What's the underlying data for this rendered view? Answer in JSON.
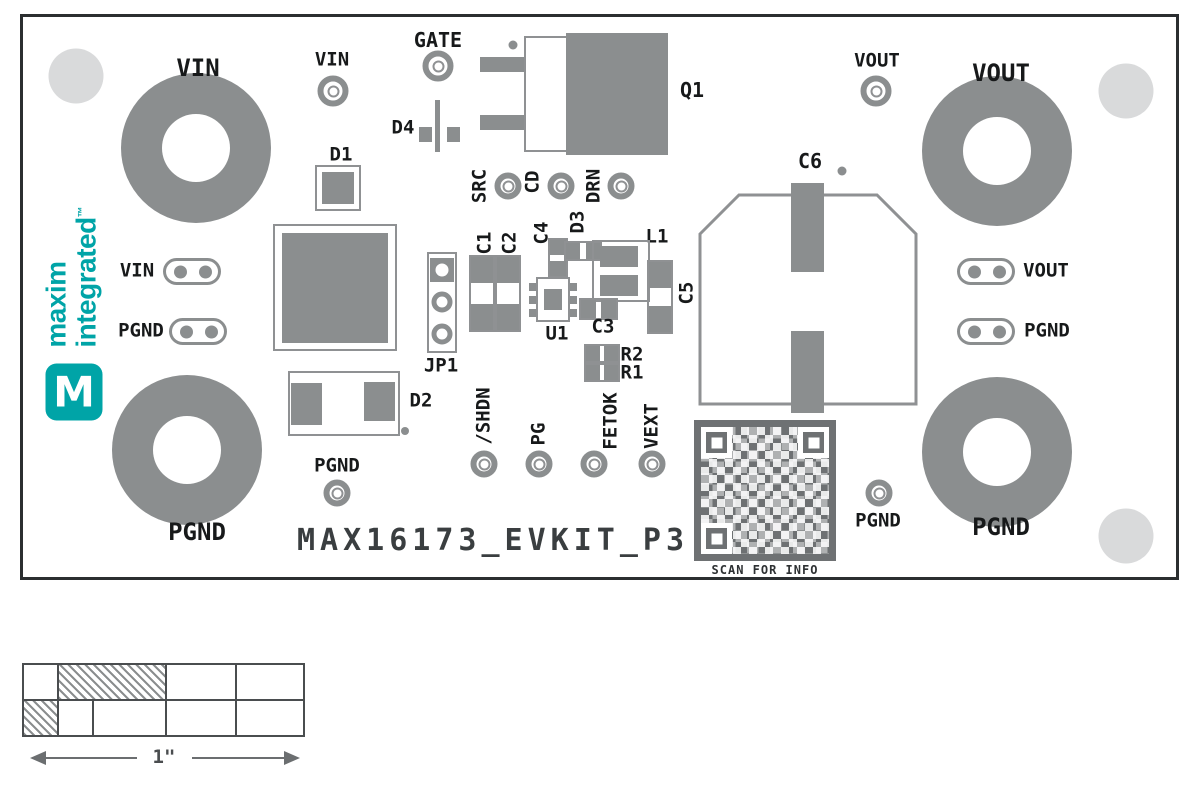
{
  "colors": {
    "pad_gray": "#8B8E8F",
    "light_gray": "#D9DADB",
    "silkscreen_gray": "#8F9193",
    "label_black": "#17191A",
    "teal": "#00A4A7",
    "qr_gray": "#6E7173"
  },
  "logo": {
    "word1": "maxim",
    "word2": "integrated",
    "tm": "™",
    "monogram": "M"
  },
  "terminals": {
    "vin": "VIN",
    "vout": "VOUT",
    "pgnd_left": "PGND",
    "pgnd_right": "PGND"
  },
  "testpoints": {
    "vin": "VIN",
    "gate": "GATE",
    "vout": "VOUT",
    "src": "SRC",
    "cd": "CD",
    "drn": "DRN",
    "shdn": "/SHDN",
    "pg": "PG",
    "fetok": "FETOK",
    "vext": "VEXT",
    "pgnd_mid": "PGND",
    "pgnd_qr": "PGND"
  },
  "connectors": {
    "vin": "VIN",
    "pgnd_left": "PGND",
    "vout": "VOUT",
    "pgnd_right": "PGND",
    "jp1": "JP1"
  },
  "components": {
    "q1": "Q1",
    "d1": "D1",
    "d2": "D2",
    "d3": "D3",
    "d4": "D4",
    "c1": "C1",
    "c2": "C2",
    "c3": "C3",
    "c4": "C4",
    "c5": "C5",
    "c6": "C6",
    "l1": "L1",
    "u1": "U1",
    "r1": "R1",
    "r2": "R2"
  },
  "silkscreen": {
    "title": "MAX16173_EVKIT_P3",
    "qr_caption": "SCAN FOR INFO"
  },
  "scale": {
    "label": "1\""
  }
}
